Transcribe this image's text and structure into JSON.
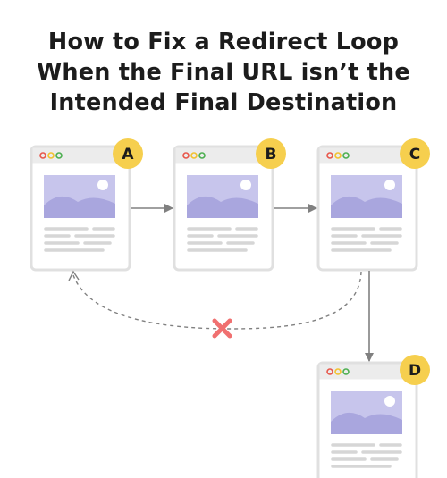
{
  "title": {
    "lines": [
      "How to Fix a Redirect Loop",
      "When the Final URL isn’t the",
      "Intended Final Destination"
    ]
  },
  "pages": [
    {
      "label": "A"
    },
    {
      "label": "B"
    },
    {
      "label": "C"
    },
    {
      "label": "D"
    }
  ],
  "colors": {
    "browser_border": "#e0e0e0",
    "browser_bar": "#ececec",
    "dot_red": "#e8564a",
    "dot_yellow": "#f2c12e",
    "dot_green": "#4caf50",
    "image_bg": "#c7c5ec",
    "mountain": "#a9a6de",
    "badge": "#f6cf4e",
    "text_line": "#d6d6d6",
    "arrow": "#808080",
    "blocked_x": "#f07070"
  }
}
